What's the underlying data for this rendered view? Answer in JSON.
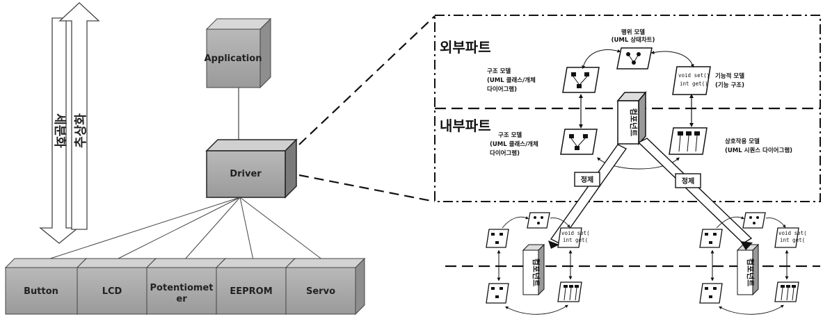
{
  "left": {
    "arrows": {
      "down_label": "세분화",
      "up_label": "추상화"
    },
    "application": "Application",
    "driver": "Driver",
    "devices": [
      "Button",
      "LCD",
      "Potentiomet er",
      "EEPROM",
      "Servo"
    ]
  },
  "right": {
    "outer_part": "외부파트",
    "inner_part": "내부파트",
    "behavior_model": {
      "line1": "행위 모델",
      "line2": "(UML 상태차트)"
    },
    "structure_model_top": {
      "line1": "구조 모델",
      "line2": "(UML 클래스/개체",
      "line3": "다이어그램)"
    },
    "functional_model": {
      "line1": "기능적 모델",
      "line2": "(기능 구조)"
    },
    "code_lines": {
      "line1": "void set()",
      "line2": "int get()"
    },
    "structure_model_inner": {
      "line1": "구조 모델",
      "line2": "(UML 클래스/개체",
      "line3": "다이어그램)"
    },
    "interaction_model": {
      "line1": "상호작용 모델",
      "line2": "(UML 시퀀스 다이어그램)"
    },
    "component": "컴포넌트",
    "refine_left": "정제",
    "refine_right": "정제",
    "mini_code_left": {
      "line1": "void set(",
      "line2": "int get("
    },
    "mini_code_right": {
      "line1": "void set(",
      "line2": "int get("
    }
  }
}
